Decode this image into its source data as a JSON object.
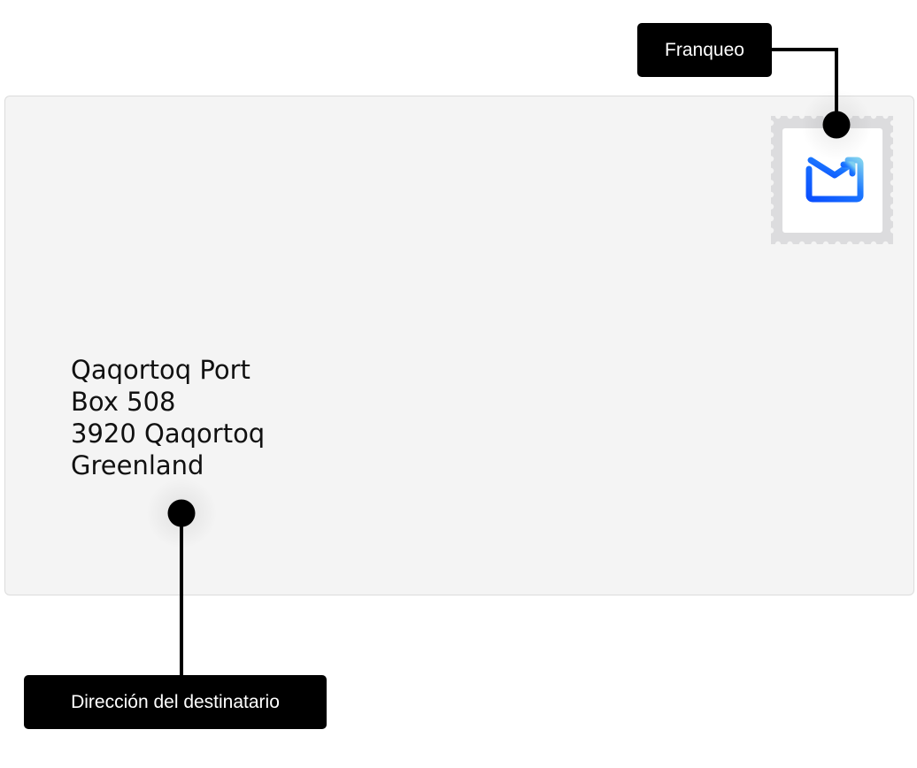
{
  "address": {
    "lines": [
      "Qaqortoq Port",
      "Box 508",
      "3920 Qaqortoq",
      "Greenland"
    ]
  },
  "callouts": {
    "postage": "Franqueo",
    "recipient_address": "Dirección del destinatario"
  },
  "stamp": {
    "icon": "mail-send-icon"
  },
  "colors": {
    "envelope": "#f4f4f4",
    "stamp_border": "#dcdcde",
    "icon_blue": "#0a5cff",
    "callout": "#000000"
  }
}
